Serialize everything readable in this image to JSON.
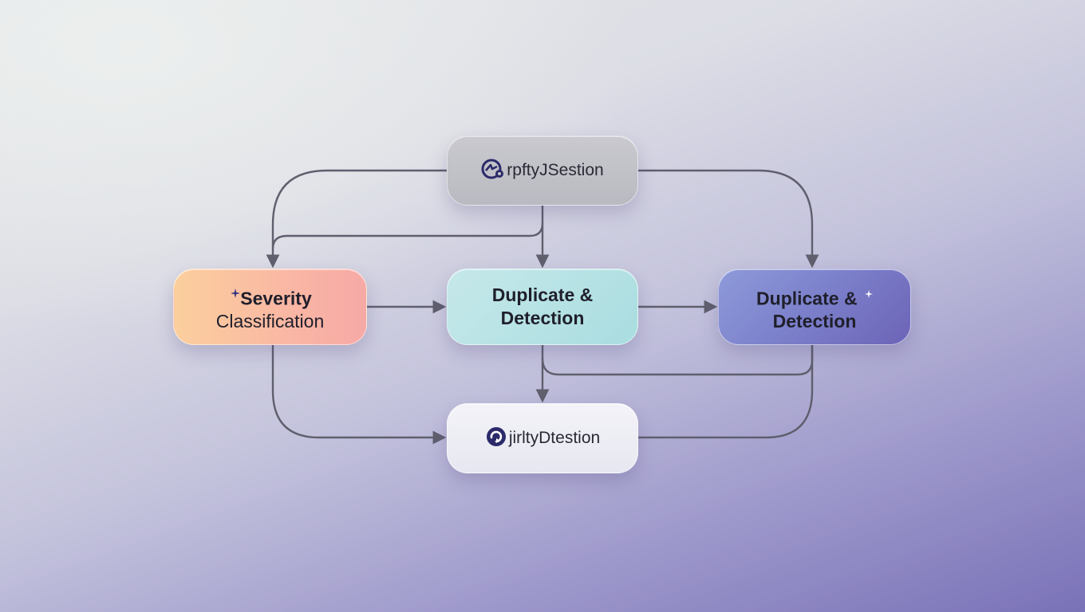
{
  "diagram": {
    "nodes": {
      "top": {
        "label": "rpftyJSestion",
        "icon": "gear-cycle-icon"
      },
      "left": {
        "line1": "Severity",
        "line2": "Classification",
        "icon": "sparkle-icon"
      },
      "mid": {
        "line1": "Duplicate",
        "line1_suffix": "&",
        "line2": "Detection"
      },
      "right": {
        "line1": "Duplicate",
        "line1_suffix": "&",
        "line2": "Detection",
        "icon": "sparkle-icon"
      },
      "bottom": {
        "label": "jirltyDtestion",
        "icon": "refresh-cycle-icon"
      }
    },
    "colors": {
      "connector": "#5f5f6e",
      "icon": "#2b2a6a"
    }
  }
}
